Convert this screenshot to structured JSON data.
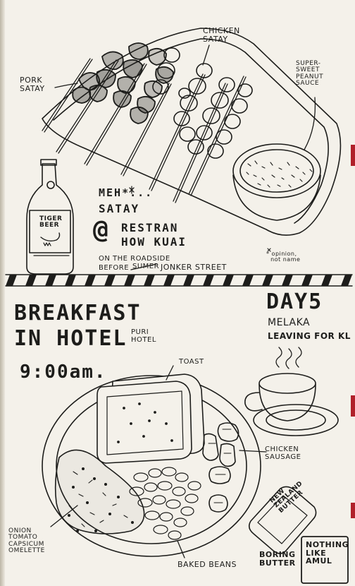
{
  "top": {
    "chicken_satay": "CHICKEN\nSATAY",
    "pork_satay": "PORK\nSATAY",
    "peanut_sauce": "SUPER-\nSWEET\nPEANUT\nSAUCE",
    "beer_label": "TIGER\nBEER",
    "meh": "MEH*...",
    "satay": "SATAY",
    "at_sign": "@",
    "restran": "RESTRAN",
    "how_kuai": "HOW KUAI",
    "roadside_line1": "ON THE ROADSIDE",
    "roadside_line2": "BEFORE",
    "struck_word": "SUMER",
    "jonker": "JONKER STREET",
    "footnote": "* opinion,\n  not name"
  },
  "bottom": {
    "breakfast": "BREAKFAST",
    "in_hotel": "IN HOTEL",
    "puri_hotel": "PURI\nHOTEL",
    "time": "9:00am.",
    "day": "DAY5",
    "melaka": "MELAKA",
    "leaving": "LEAVING FOR KL",
    "toast": "TOAST",
    "chicken_sausage": "CHICKEN\nSAUSAGE",
    "omelette": "ONION\nTOMATO\nCAPSICUM\nOMELETTE",
    "baked_beans": "BAKED BEANS",
    "butter_pack": "NEW\nZEALAND\nBUTTER",
    "boring_butter": "BORING\nBUTTER",
    "nothing_like_amul": "NOTHING\nLIKE\nAMUL"
  },
  "colors": {
    "ink": "#1d1d1b",
    "paper": "#f4f1ea",
    "tab_red": "#b0202a"
  }
}
